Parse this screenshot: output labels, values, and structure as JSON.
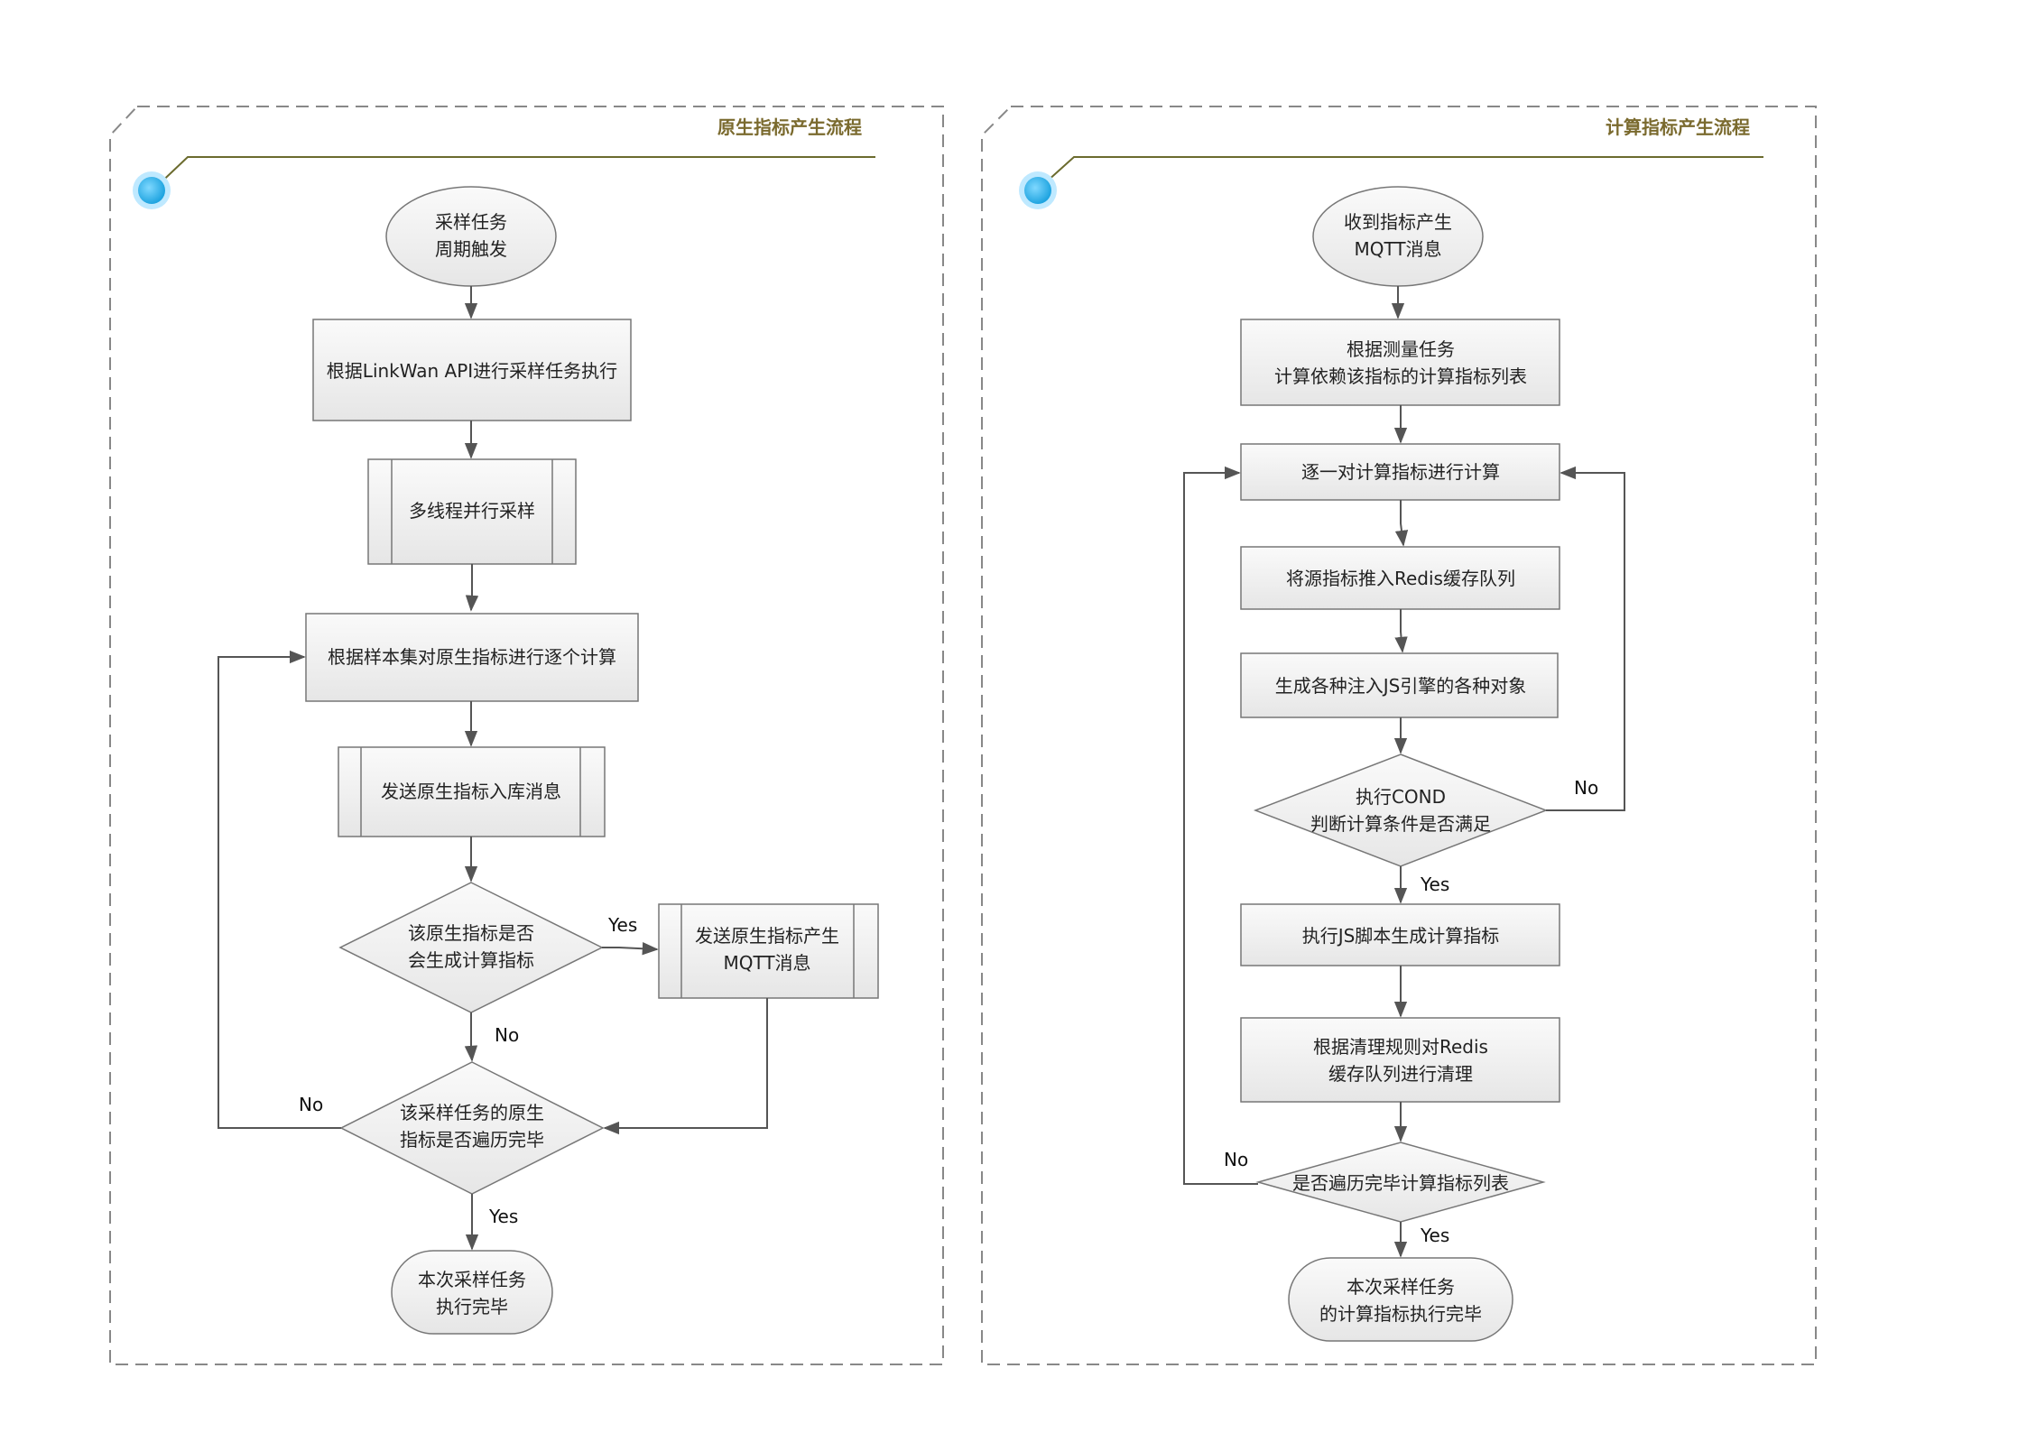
{
  "panels": [
    {
      "title": "原生指标产生流程",
      "nodes": {
        "start": [
          "采样任务",
          "周期触发"
        ],
        "n1": [
          "根据LinkWan API进行采样任务执行"
        ],
        "n2": [
          "多线程并行采样"
        ],
        "n3": [
          "根据样本集对原生指标进行逐个计算"
        ],
        "n4": [
          "发送原生指标入库消息"
        ],
        "d1": [
          "该原生指标是否",
          "会生成计算指标"
        ],
        "n5": [
          "发送原生指标产生",
          "MQTT消息"
        ],
        "d2": [
          "该采样任务的原生",
          "指标是否遍历完毕"
        ],
        "end": [
          "本次采样任务",
          "执行完毕"
        ]
      },
      "edge_labels": {
        "d1_yes": "Yes",
        "d1_no": "No",
        "d2_no": "No",
        "d2_yes": "Yes"
      }
    },
    {
      "title": "计算指标产生流程",
      "nodes": {
        "start": [
          "收到指标产生",
          "MQTT消息"
        ],
        "n1": [
          "根据测量任务",
          "计算依赖该指标的计算指标列表"
        ],
        "n2": [
          "逐一对计算指标进行计算"
        ],
        "n3": [
          "将源指标推入Redis缓存队列"
        ],
        "n4": [
          "生成各种注入JS引擎的各种对象"
        ],
        "d1": [
          "执行COND",
          "判断计算条件是否满足"
        ],
        "n5": [
          "执行JS脚本生成计算指标"
        ],
        "n6": [
          "根据清理规则对Redis",
          "缓存队列进行清理"
        ],
        "d2": [
          "是否遍历完毕计算指标列表"
        ],
        "end": [
          "本次采样任务",
          "的计算指标执行完毕"
        ]
      },
      "edge_labels": {
        "d1_no": "No",
        "d1_yes": "Yes",
        "d2_no": "No",
        "d2_yes": "Yes"
      }
    }
  ]
}
